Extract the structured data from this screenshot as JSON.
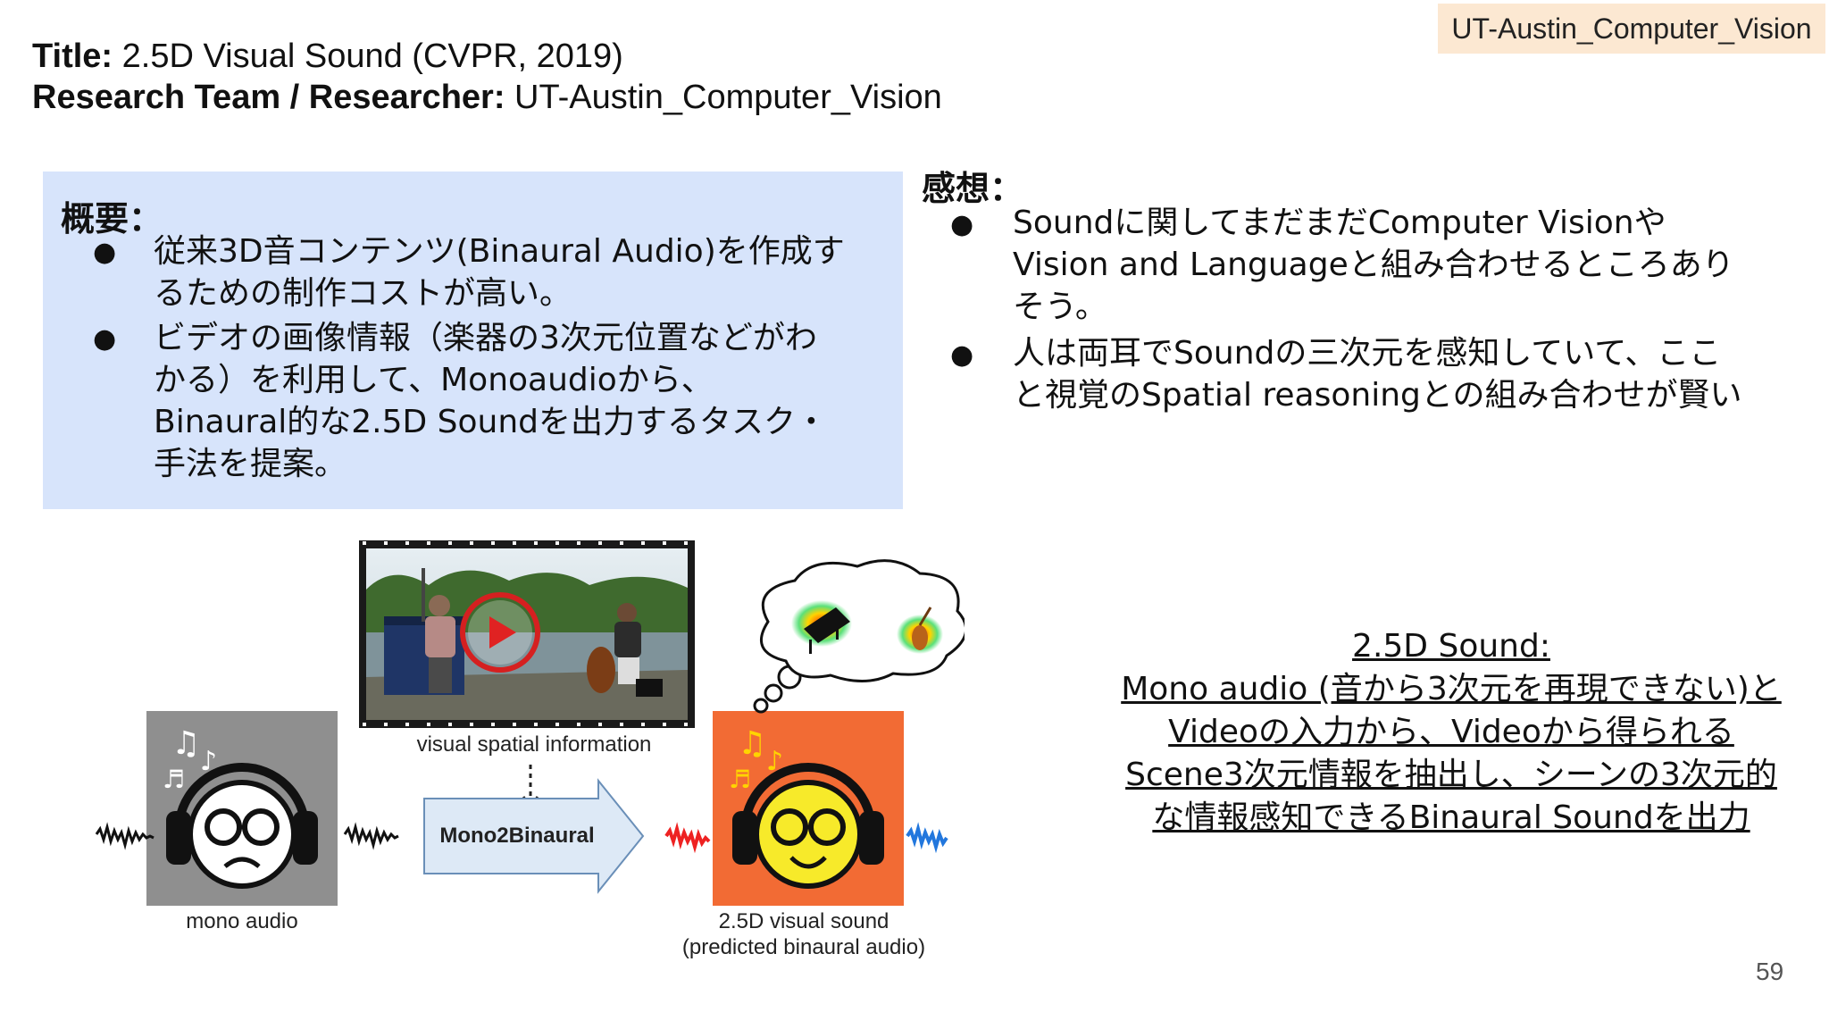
{
  "tag": "UT-Austin_Computer_Vision",
  "header": {
    "title_label": "Title:",
    "title_value": " 2.5D Visual Sound (CVPR, 2019)",
    "team_label": "Research Team / Researcher:",
    "team_value": " UT-Austin_Computer_Vision"
  },
  "summary": {
    "heading": "概要：",
    "bullets": [
      [
        "従来3D音コンテンツ(Binaural Audio)を作成す",
        "るための制作コストが高い。"
      ],
      [
        "ビデオの画像情報（楽器の3次元位置などがわ",
        "かる）を利用して、Monoaudioから、",
        "Binaural的な2.5D Soundを出力するタスク・",
        "手法を提案。"
      ]
    ]
  },
  "impression": {
    "heading": "感想：",
    "bullets": [
      [
        "Soundに関してまだまだComputer Visionや",
        "Vision and Languageと組み合わせるところあり",
        "そう。"
      ],
      [
        "人は両耳でSoundの三次元を感知していて、ここ",
        "と視覚のSpatial reasoningとの組み合わせが賢い"
      ]
    ]
  },
  "figure": {
    "visual_label": "visual spatial information",
    "model_label": "Mono2Binaural",
    "mono_label": "mono audio",
    "output_label_1": "2.5D visual sound",
    "output_label_2": "(predicted binaural audio)",
    "colors": {
      "mono_bg": "#8f8f8f",
      "output_bg": "#f26b34",
      "arrow_fill": "#dde9f6",
      "left_wave": "#ee2222",
      "right_wave": "#2277dd"
    }
  },
  "description": [
    "2.5D Sound:",
    "Mono audio (音から3次元を再現できない)と",
    "Videoの入力から、Videoから得られる",
    "Scene3次元情報を抽出し、シーンの3次元的",
    "な情報感知できるBinaural Soundを出力"
  ],
  "page_number": "59"
}
